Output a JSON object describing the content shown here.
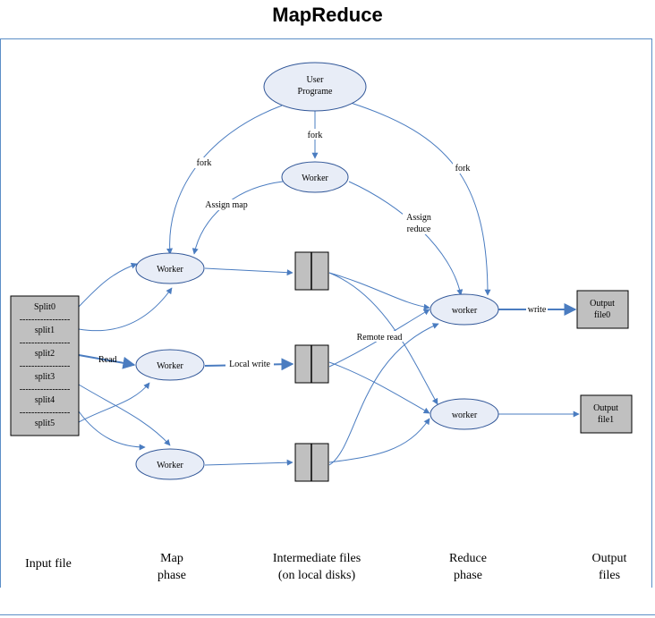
{
  "title": "MapReduce",
  "nodes": {
    "user_program": [
      "User",
      "Programe"
    ],
    "master_worker": "Worker",
    "map_workers": [
      "Worker",
      "Worker",
      "Worker"
    ],
    "reduce_workers": [
      "worker",
      "worker"
    ],
    "outputs": [
      [
        "Output",
        "file0"
      ],
      [
        "Output",
        "file1"
      ]
    ],
    "splits": [
      "Split0",
      "split1",
      "split2",
      "split3",
      "split4",
      "split5"
    ],
    "split_separator": "-----------------"
  },
  "edge_labels": {
    "fork_left": "fork",
    "fork_center": "fork",
    "fork_right": "fork",
    "assign_map": "Assign map",
    "assign_reduce": [
      "Assign",
      "reduce"
    ],
    "read": "Read",
    "local_write": "Local write",
    "remote_read": "Remote read",
    "write": "write"
  },
  "phases": {
    "input": [
      "Input file"
    ],
    "map": [
      "Map",
      "phase"
    ],
    "intermediate": [
      "Intermediate files",
      "(on local disks)"
    ],
    "reduce": [
      "Reduce",
      "phase"
    ],
    "output": [
      "Output",
      "files"
    ]
  },
  "colors": {
    "arrow": "#4a7cc0",
    "ellipse_fill": "#e8edf7",
    "box_fill": "#c0c0c0",
    "frame": "#5b8ec7"
  }
}
